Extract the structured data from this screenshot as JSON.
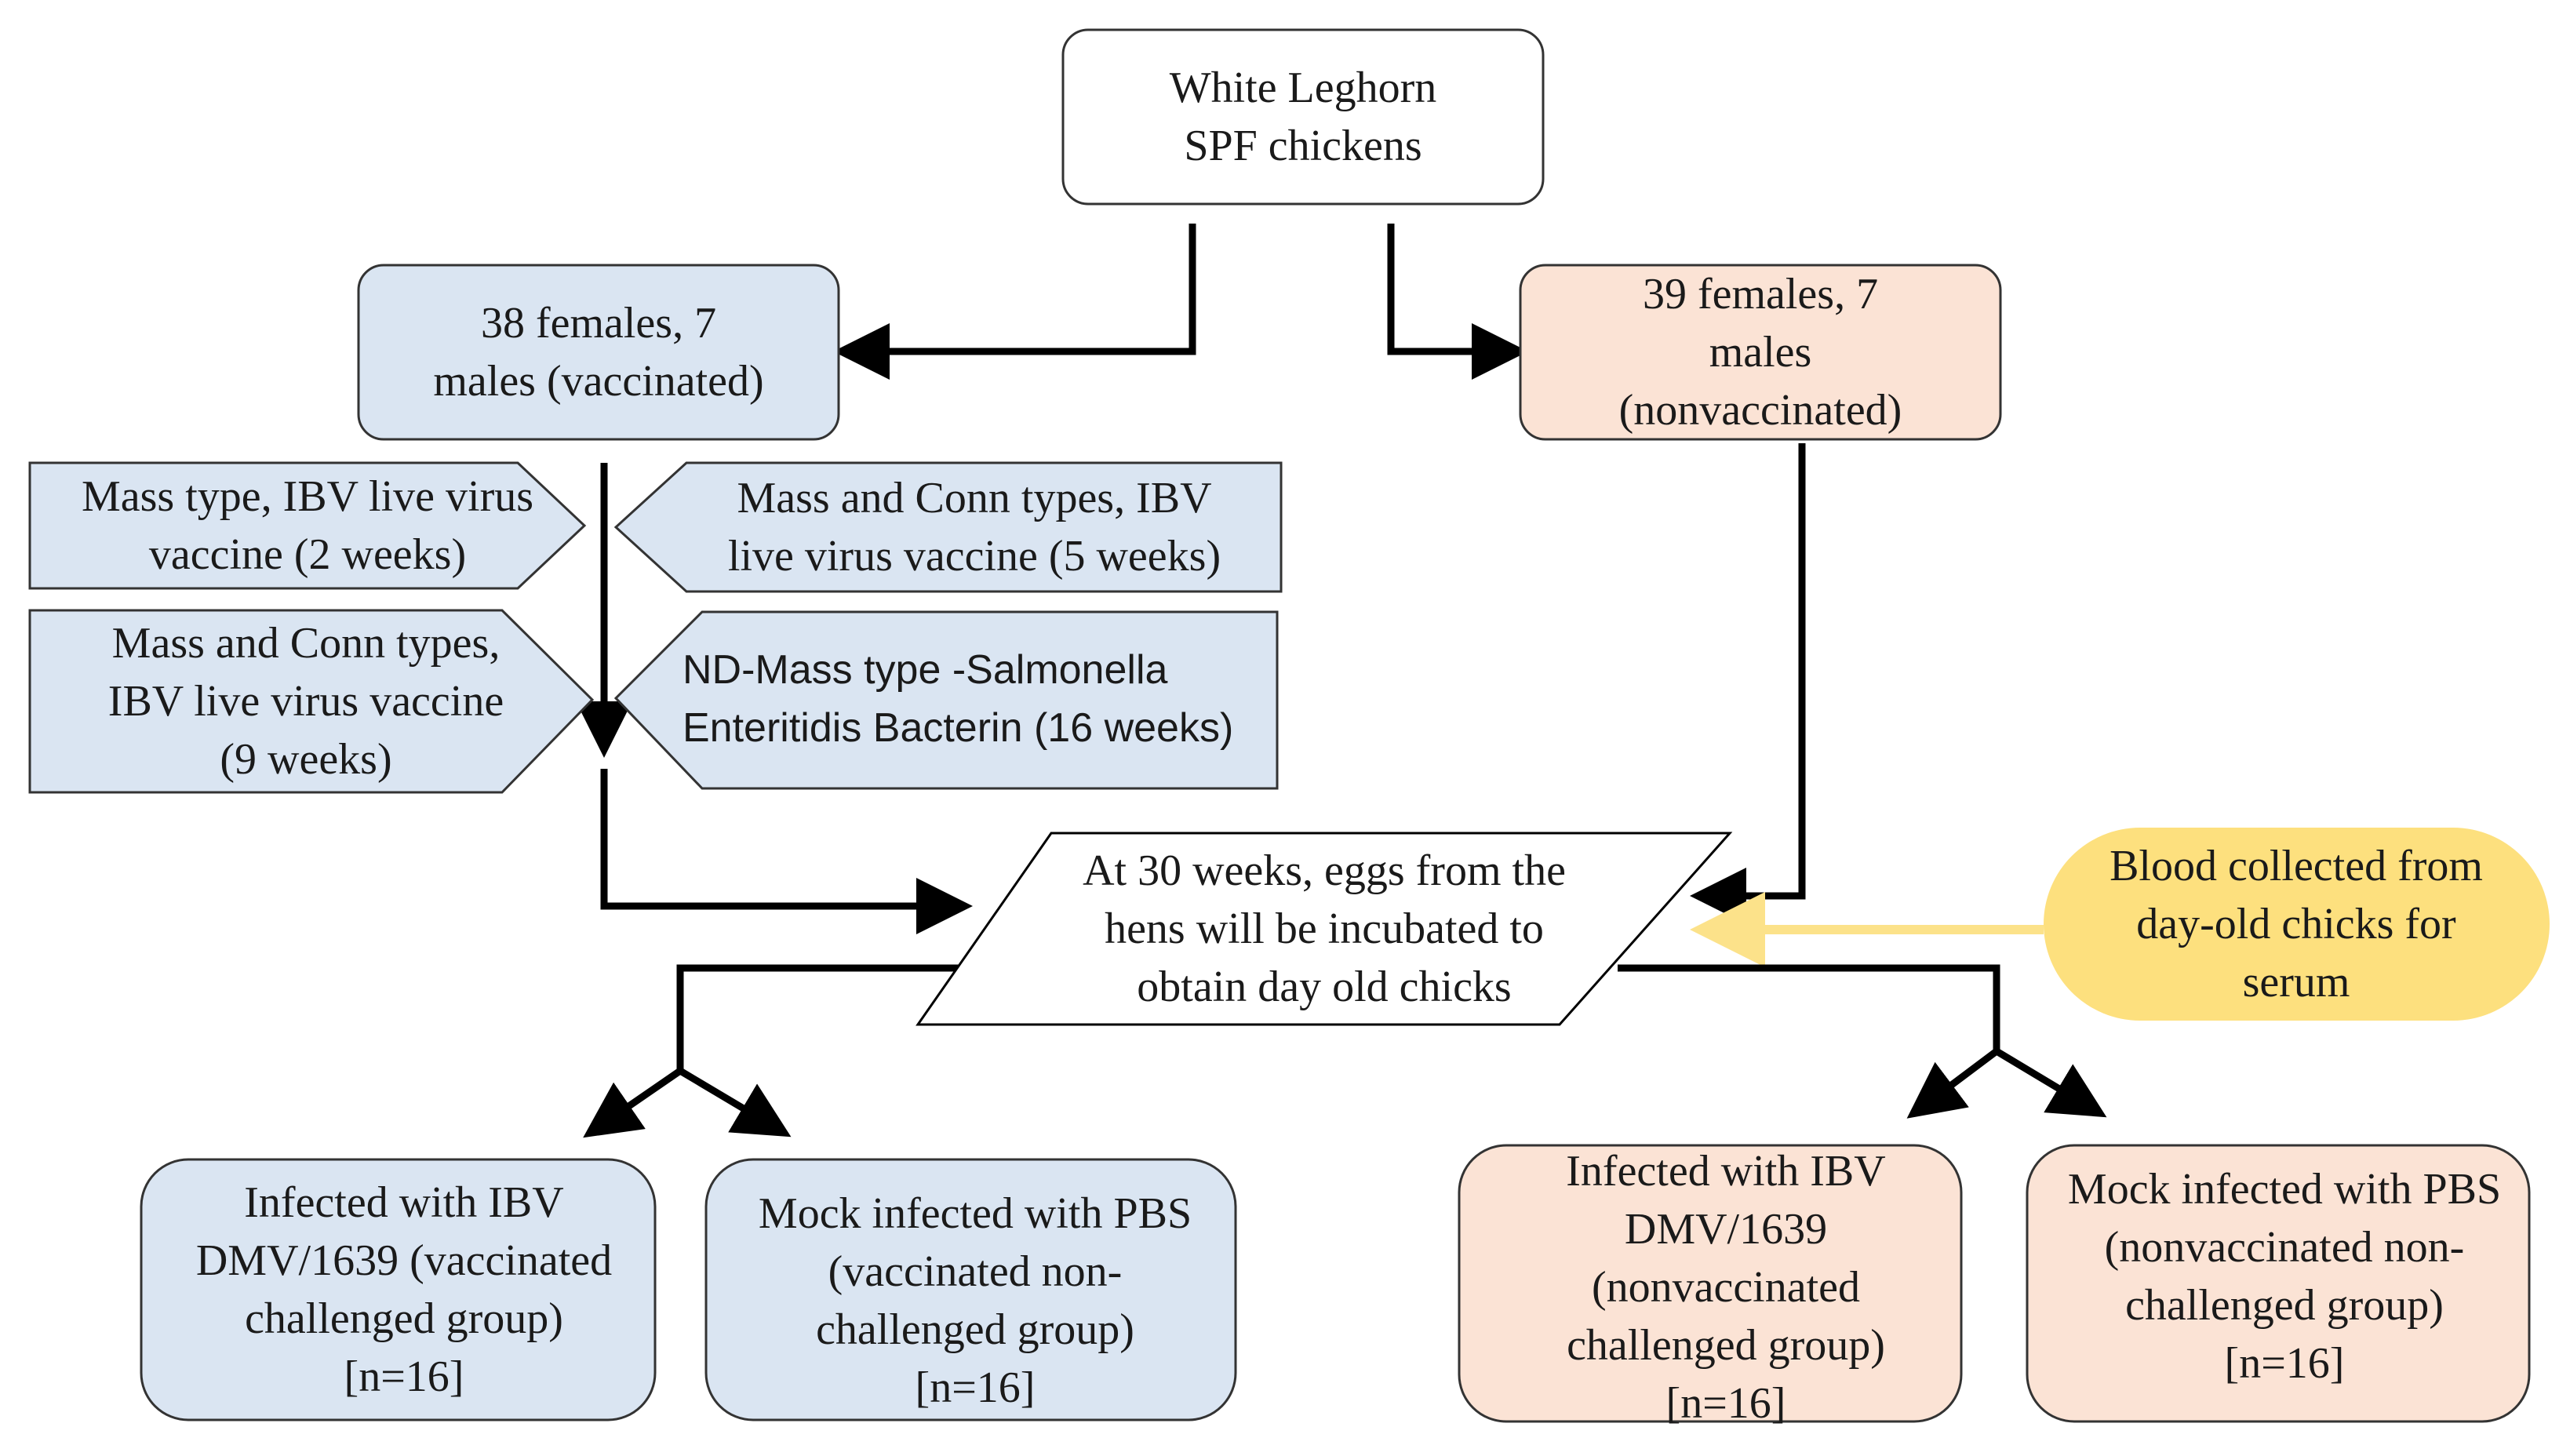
{
  "colors": {
    "vaccinated_fill": "#dae5f2",
    "nonvaccinated_fill": "#fbe3d5",
    "blood_fill": "#fde07e",
    "blood_arrow": "#fce28a",
    "neutral_fill": "#ffffff",
    "outline": "#000000"
  },
  "nodes": {
    "source": {
      "lines": [
        "White Leghorn",
        "SPF chickens"
      ]
    },
    "vaccinated": {
      "lines": [
        "38 females,  7",
        "males (vaccinated)"
      ]
    },
    "nonvaccinated": {
      "lines": [
        "39 females,  7",
        "males",
        "(nonvaccinated)"
      ]
    },
    "vaccine_2wk": {
      "lines": [
        "Mass type, IBV live virus",
        "vaccine (2 weeks)"
      ]
    },
    "vaccine_5wk": {
      "lines": [
        "Mass and Conn types, IBV",
        "live virus vaccine (5 weeks)"
      ]
    },
    "vaccine_9wk": {
      "lines": [
        "Mass and Conn types,",
        "IBV live virus vaccine",
        "(9 weeks)"
      ]
    },
    "vaccine_16wk": {
      "lines": [
        "ND-Mass type -Salmonella",
        "Enteritidis Bacterin (16 weeks)"
      ]
    },
    "incubation": {
      "lines": [
        "At 30 weeks, eggs from the",
        "hens will be incubated to",
        "obtain day old chicks"
      ]
    },
    "blood": {
      "lines": [
        "Blood collected from",
        "day-old chicks for",
        "serum"
      ]
    },
    "vax_challenged": {
      "lines": [
        "Infected with IBV",
        "DMV/1639 (vaccinated",
        "challenged group)",
        "[n=16]"
      ]
    },
    "vax_mock": {
      "lines": [
        "Mock infected with PBS",
        "(vaccinated non-",
        "challenged group)",
        "[n=16]"
      ]
    },
    "nonvax_challenged": {
      "lines": [
        "Infected with IBV",
        "DMV/1639",
        "(nonvaccinated",
        "challenged group)",
        "[n=16]"
      ]
    },
    "nonvax_mock": {
      "lines": [
        "Mock infected with PBS",
        "(nonvaccinated non-",
        "challenged group)",
        "[n=16]"
      ]
    }
  }
}
